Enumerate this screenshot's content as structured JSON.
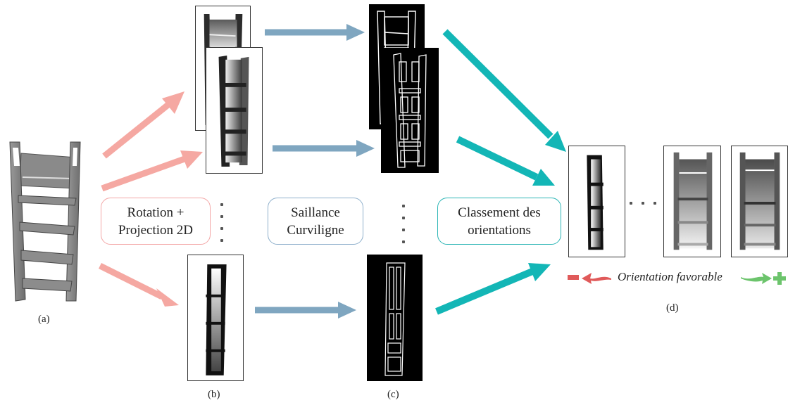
{
  "colors": {
    "rotation_arrow": "#f5a8a2",
    "saliency_arrow": "#7fa6c0",
    "ranking_arrow": "#13b6b6",
    "rotation_box_border": "#f3a6a6",
    "saliency_box_border": "#8fb0cc",
    "ranking_box_border": "#2ab5b5",
    "minus_color": "#e05a5a",
    "plus_color": "#6cc46c"
  },
  "steps": {
    "rotation_label": "Rotation +\nProjection 2D",
    "saliency_label": "Saillance\nCurviligne",
    "ranking_label": "Classement des\norientations"
  },
  "captions": {
    "a": "(a)",
    "b": "(b)",
    "c": "(c)",
    "d": "(d)"
  },
  "legend": {
    "label": "Orientation favorable",
    "minus_icon": "minus-sign",
    "plus_icon": "plus-sign"
  }
}
